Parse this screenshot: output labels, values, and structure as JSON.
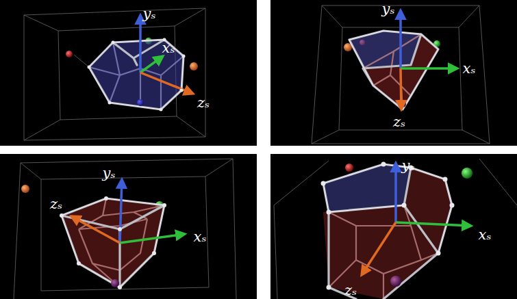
{
  "diagram": {
    "labels": [
      "yₛ",
      "xₛ",
      "zₛ",
      "yₛ",
      "xₛ",
      "zₛ",
      "yₛ",
      "xₛ",
      "zₛ",
      "yₛ",
      "xₛ",
      "zₛ"
    ]
  }
}
